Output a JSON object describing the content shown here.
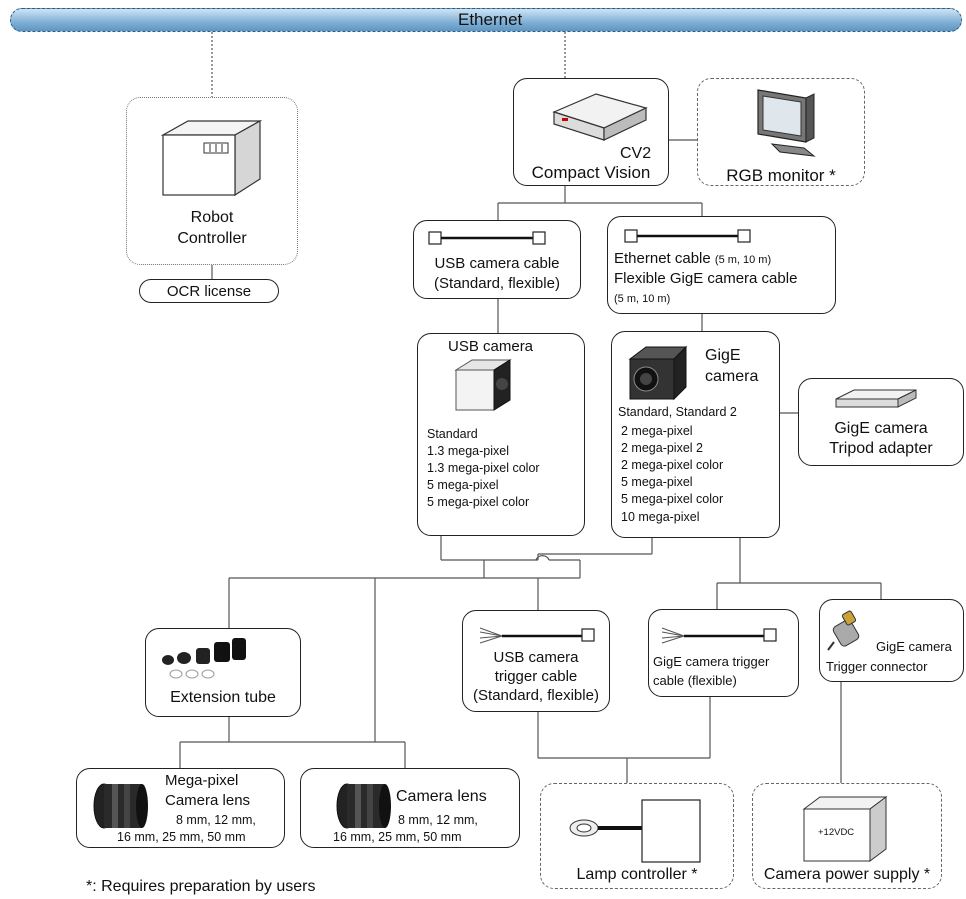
{
  "bus": {
    "label": "Ethernet"
  },
  "nodes": {
    "robot_controller": {
      "line1": "Robot",
      "line2": "Controller"
    },
    "ocr_license": {
      "label": "OCR license"
    },
    "cv2": {
      "model": "CV2",
      "name": "Compact Vision"
    },
    "rgb_monitor": {
      "label": "RGB monitor *"
    },
    "usb_cable": {
      "line1": "USB camera cable",
      "line2": "(Standard, flexible)"
    },
    "eth_cable": {
      "line1": "Ethernet cable",
      "line1_small": "(5 m, 10 m)",
      "line2": "Flexible GigE camera cable",
      "line3": "(5 m, 10 m)"
    },
    "usb_camera": {
      "title": "USB camera",
      "variants": [
        "Standard",
        "1.3 mega-pixel",
        "1.3 mega-pixel color",
        "5 mega-pixel",
        "5 mega-pixel color"
      ]
    },
    "gige_camera": {
      "title1": "GigE",
      "title2": "camera",
      "variants": [
        "Standard, Standard 2",
        "2 mega-pixel",
        "2 mega-pixel 2",
        "2 mega-pixel color",
        "5 mega-pixel",
        "5 mega-pixel color",
        "10 mega-pixel"
      ]
    },
    "tripod": {
      "line1": "GigE camera",
      "line2": "Tripod adapter"
    },
    "extension_tube": {
      "label": "Extension tube"
    },
    "usb_trigger": {
      "line1": "USB camera",
      "line2": "trigger cable",
      "line3": "(Standard, flexible)"
    },
    "gige_trigger_cable": {
      "line1": "GigE camera trigger",
      "line2": "cable (flexible)"
    },
    "gige_trigger_connector": {
      "line1": "GigE camera",
      "line2": "Trigger connector"
    },
    "mp_lens": {
      "line1": "Mega-pixel",
      "line2": "Camera lens",
      "line3": "8 mm, 12 mm,",
      "line4": "16 mm, 25 mm, 50 mm"
    },
    "lens": {
      "line1": "Camera lens",
      "line2": "8 mm, 12 mm,",
      "line3": "16 mm, 25 mm, 50 mm"
    },
    "lamp_controller": {
      "label": "Lamp controller *"
    },
    "power_supply": {
      "label": "Camera power supply *",
      "device_label": "+12VDC"
    }
  },
  "footnote": "*: Requires preparation by users"
}
